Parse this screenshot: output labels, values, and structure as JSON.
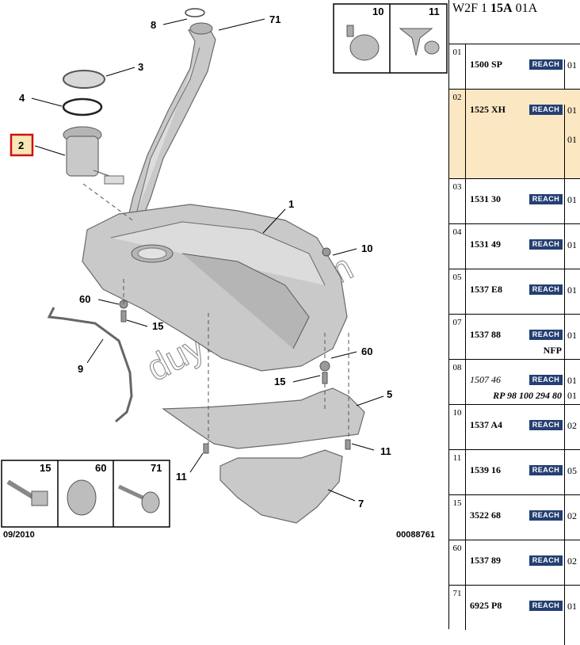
{
  "diagram": {
    "callouts": {
      "c1": "1",
      "c2": "2",
      "c3": "3",
      "c4": "4",
      "c5": "5",
      "c7": "7",
      "c8": "8",
      "c9": "9",
      "c10": "10",
      "c10b": "10",
      "c11a": "11",
      "c11b": "11",
      "c11c": "11",
      "c15": "15",
      "c15b": "15",
      "c15c": "15",
      "c60": "60",
      "c60b": "60",
      "c60c": "60",
      "c71": "71",
      "c71b": "71"
    },
    "watermark": "duyukoto.com",
    "date": "09/2010",
    "drawing_number": "00088761"
  },
  "sidebar": {
    "code_prefix": "W2F 1 ",
    "code_bold": "15A",
    "code_suffix": " 01A",
    "reach_label": "REACH",
    "rows": [
      {
        "index": "01",
        "ref": "1500 SP",
        "qty": "01"
      },
      {
        "index": "02",
        "ref": "1525 XH",
        "qty": "01",
        "qty2": "01"
      },
      {
        "index": "03",
        "ref": "1531 30",
        "qty": "01"
      },
      {
        "index": "04",
        "ref": "1531 49",
        "qty": "01"
      },
      {
        "index": "05",
        "ref": "1537 E8",
        "qty": "01"
      },
      {
        "index": "07",
        "ref": "1537 88",
        "qty": "01",
        "extra": "NFP"
      },
      {
        "index": "08",
        "ref": "1507 46",
        "qty": "01",
        "extra": "RP 98 100 294 80",
        "qty2": "01"
      },
      {
        "index": "10",
        "ref": "1537 A4",
        "qty": "02"
      },
      {
        "index": "11",
        "ref": "1539 16",
        "qty": "05"
      },
      {
        "index": "15",
        "ref": "3522 68",
        "qty": "02"
      },
      {
        "index": "60",
        "ref": "1537 89",
        "qty": "02"
      },
      {
        "index": "71",
        "ref": "6925 P8",
        "qty": "01"
      }
    ]
  }
}
